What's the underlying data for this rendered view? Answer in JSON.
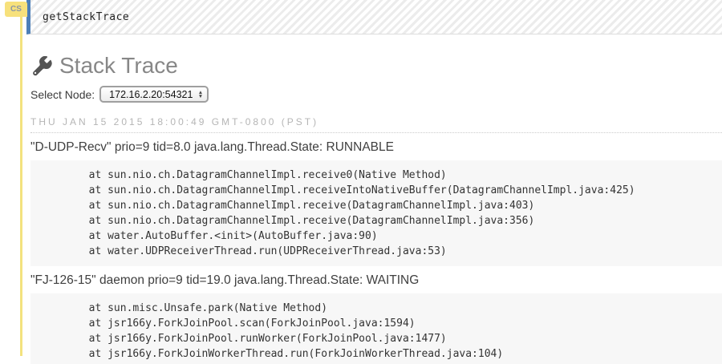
{
  "badge": {
    "label": "CS"
  },
  "title_bar": {
    "api_name": "getStackTrace"
  },
  "page": {
    "title": "Stack Trace"
  },
  "node_selector": {
    "label": "Select Node:",
    "selected_value": "172.16.2.20:54321"
  },
  "timestamp": "THU JAN 15 2015 18:00:49 GMT-0800 (PST)",
  "threads": [
    {
      "header": "\"D-UDP-Recv\" prio=9 tid=8.0 java.lang.Thread.State: RUNNABLE",
      "state": "RUNNABLE",
      "lines": [
        "at sun.nio.ch.DatagramChannelImpl.receive0(Native Method)",
        "at sun.nio.ch.DatagramChannelImpl.receiveIntoNativeBuffer(DatagramChannelImpl.java:425)",
        "at sun.nio.ch.DatagramChannelImpl.receive(DatagramChannelImpl.java:403)",
        "at sun.nio.ch.DatagramChannelImpl.receive(DatagramChannelImpl.java:356)",
        "at water.AutoBuffer.<init>(AutoBuffer.java:90)",
        "at water.UDPReceiverThread.run(UDPReceiverThread.java:53)"
      ]
    },
    {
      "header": "\"FJ-126-15\" daemon prio=9 tid=19.0 java.lang.Thread.State: WAITING",
      "state": "WAITING",
      "lines": [
        "at sun.misc.Unsafe.park(Native Method)",
        "at jsr166y.ForkJoinPool.scan(ForkJoinPool.java:1594)",
        "at jsr166y.ForkJoinPool.runWorker(ForkJoinPool.java:1477)",
        "at jsr166y.ForkJoinWorkerThread.run(ForkJoinWorkerThread.java:104)"
      ]
    }
  ],
  "colors": {
    "accent_blue": "#4d7fb8",
    "badge_yellow": "#f7e17c",
    "guide_yellow": "#f3e27f",
    "code_background": "#f7f7f7",
    "heading_gray": "#878787",
    "timestamp_gray": "#b5b5b5"
  }
}
